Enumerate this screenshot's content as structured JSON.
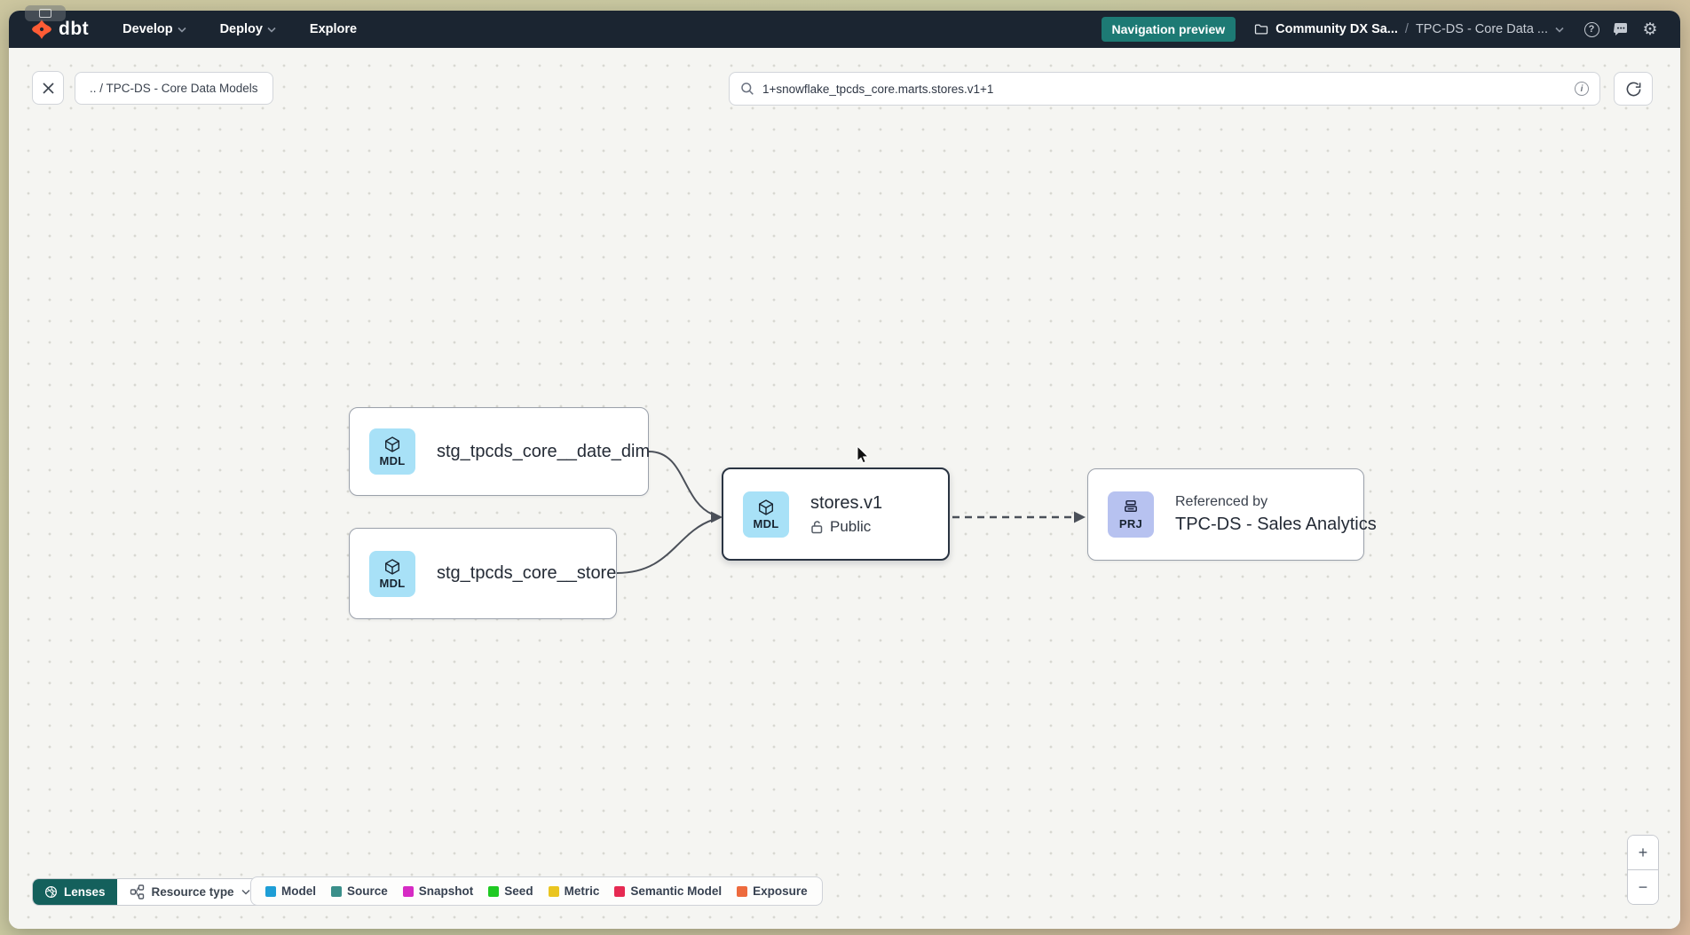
{
  "navbar": {
    "logo_text": "dbt",
    "menus": [
      {
        "label": "Develop"
      },
      {
        "label": "Deploy"
      },
      {
        "label": "Explore"
      }
    ],
    "badge_label": "Navigation preview",
    "breadcrumb": {
      "project": "Community DX Sa...",
      "separator": "/",
      "section": "TPC-DS - Core Data ..."
    }
  },
  "toolbar": {
    "path_chip": ".. / TPC-DS - Core Data Models",
    "search_value": "1+snowflake_tpcds_core.marts.stores.v1+1",
    "info_glyph": "i"
  },
  "graph": {
    "nodes": [
      {
        "badge": "MDL",
        "label": "stg_tpcds_core__date_dim",
        "tile_color": "#a8e1f7"
      },
      {
        "badge": "MDL",
        "label": "stg_tpcds_core__store",
        "tile_color": "#a8e1f7"
      },
      {
        "badge": "MDL",
        "label": "stores.v1",
        "access": "Public",
        "tile_color": "#a8e1f7"
      },
      {
        "badge": "PRJ",
        "label_top": "Referenced by",
        "label": "TPC-DS - Sales Analytics",
        "tile_color": "#b7c2f0"
      }
    ]
  },
  "footer": {
    "lenses_label": "Lenses",
    "resource_type_label": "Resource type",
    "legend": [
      {
        "label": "Model",
        "color": "#1e9ed6"
      },
      {
        "label": "Source",
        "color": "#3a8f8a"
      },
      {
        "label": "Snapshot",
        "color": "#d62bc4"
      },
      {
        "label": "Seed",
        "color": "#1fc922"
      },
      {
        "label": "Metric",
        "color": "#eac520"
      },
      {
        "label": "Semantic Model",
        "color": "#e62a52"
      },
      {
        "label": "Exposure",
        "color": "#ed6a3d"
      }
    ]
  },
  "zoom_controls": {
    "zoom_in": "+",
    "zoom_out": "−"
  },
  "icons": {
    "gear": "⚙",
    "help": "?"
  },
  "colors": {
    "accent_teal": "#1d7a74",
    "navbar_bg": "#1b2531",
    "dbt_orange": "#ff5c35",
    "edge": "#4b5059"
  }
}
